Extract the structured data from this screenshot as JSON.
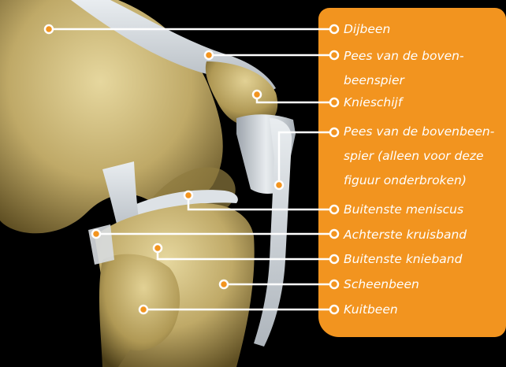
{
  "colors": {
    "panel": "#F2941F",
    "line": "#FFFFFF",
    "dot_fill": "#F2941F",
    "bone": "#C8B377",
    "tendon": "#D8DCE0",
    "background": "#000000"
  },
  "labels": [
    {
      "id": "dijbeen",
      "lines": [
        "Dijbeen"
      ]
    },
    {
      "id": "pees-boven-1",
      "lines": [
        "Pees van de boven-",
        "beenspier"
      ]
    },
    {
      "id": "knieschijf",
      "lines": [
        "Knieschijf"
      ]
    },
    {
      "id": "pees-boven-2",
      "lines": [
        "Pees van de bovenbeen-",
        "spier (alleen voor deze",
        "figuur onderbroken)"
      ]
    },
    {
      "id": "buitenste-meniscus",
      "lines": [
        "Buitenste meniscus"
      ]
    },
    {
      "id": "achterste-kruisband",
      "lines": [
        "Achterste kruisband"
      ]
    },
    {
      "id": "buitenste-knieband",
      "lines": [
        "Buitenste knieband"
      ]
    },
    {
      "id": "scheenbeen",
      "lines": [
        "Scheenbeen"
      ]
    },
    {
      "id": "kuitbeen",
      "lines": [
        "Kuitbeen"
      ]
    }
  ]
}
